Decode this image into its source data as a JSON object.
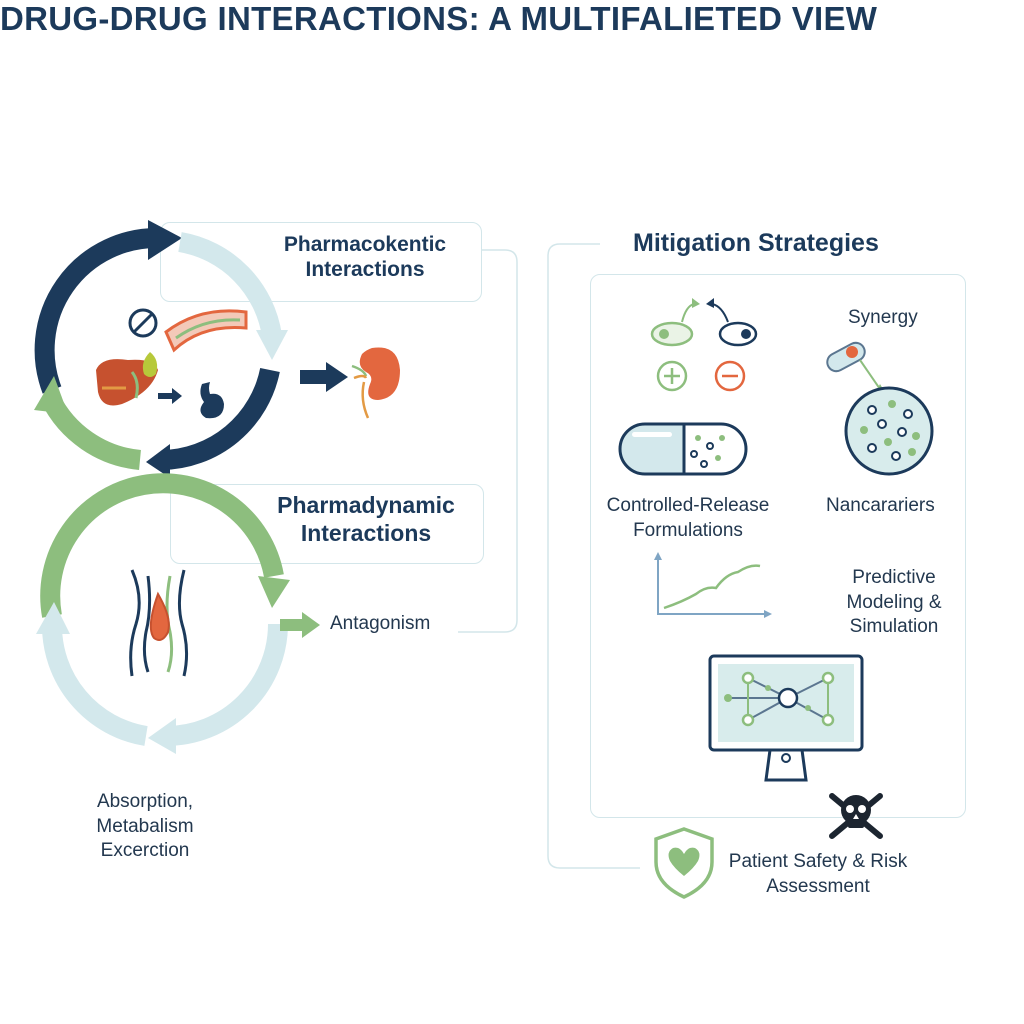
{
  "title": "DRUG-DRUG INTERACTIONS: A MULTIFALIETED VIEW",
  "left": {
    "pk_title_line1": "Pharmacokentic",
    "pk_title_line2": "Interactions",
    "pd_title_line1": "Pharmadynamic",
    "pd_title_line2": "Interactions",
    "antagonism": "Antagonism",
    "process_line1": "Absorption,",
    "process_line2": "Metabalism",
    "process_line3": "Excerction"
  },
  "right": {
    "section_title": "Mitigation Strategies",
    "synergy": "Synergy",
    "controlled_line1": "Controlled-Release",
    "controlled_line2": "Formulations",
    "nanocarriers": "Nancarariers",
    "predictive_line1": "Predictive",
    "predictive_line2": "Modeling &",
    "predictive_line3": "Simulation",
    "safety_line1": "Patient Safety & Risk",
    "safety_line2": "Assessment"
  },
  "colors": {
    "navy": "#1c3a5b",
    "green": "#8dbe7e",
    "light_blue": "#d3e8ec",
    "orange": "#e3673f",
    "border": "#d3e6ea"
  },
  "icons": [
    "no-entry-icon",
    "blood-vessel-icon",
    "liver-icon",
    "stomach-icon",
    "kidney-icon",
    "neuron-receptor-icon",
    "plus-circle-icon",
    "minus-circle-icon",
    "syringe-icon",
    "capsule-icon",
    "nanoparticle-icon",
    "line-chart-icon",
    "monitor-network-icon",
    "skull-crossbones-icon",
    "shield-heart-icon"
  ]
}
